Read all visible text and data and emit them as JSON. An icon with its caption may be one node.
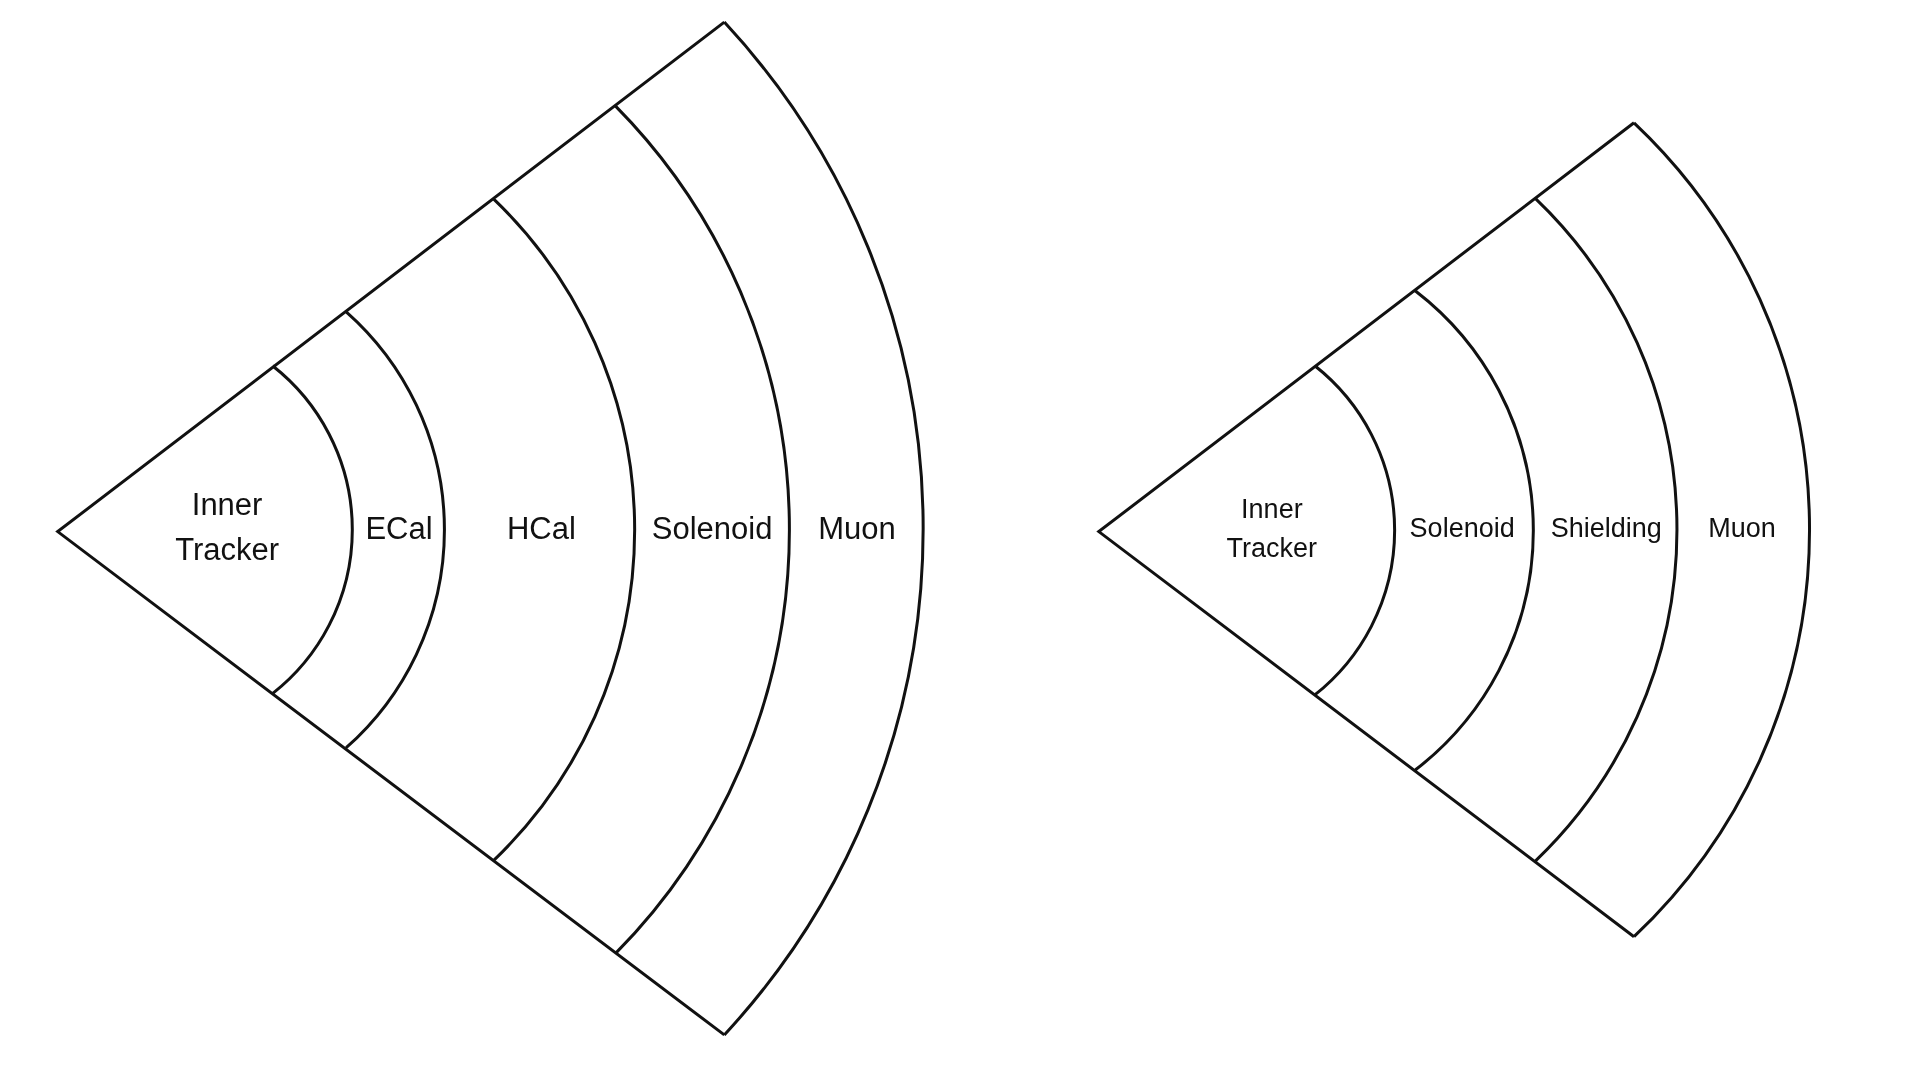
{
  "diagram": {
    "nodes": [
      {
        "text": [
          "Inner Tracker"
        ]
      },
      {
        "text": [
          "ECal"
        ]
      },
      {
        "text": [
          "HCal"
        ]
      },
      {
        "text": [
          "Solenoid"
        ]
      },
      {
        "text": [
          "Muon"
        ]
      },
      {
        "text": [
          "Inner Tracker"
        ]
      },
      {
        "text": [
          "Solenoid"
        ]
      },
      {
        "text": [
          "Shielding"
        ]
      },
      {
        "text": [
          "Muon"
        ]
      }
    ]
  }
}
